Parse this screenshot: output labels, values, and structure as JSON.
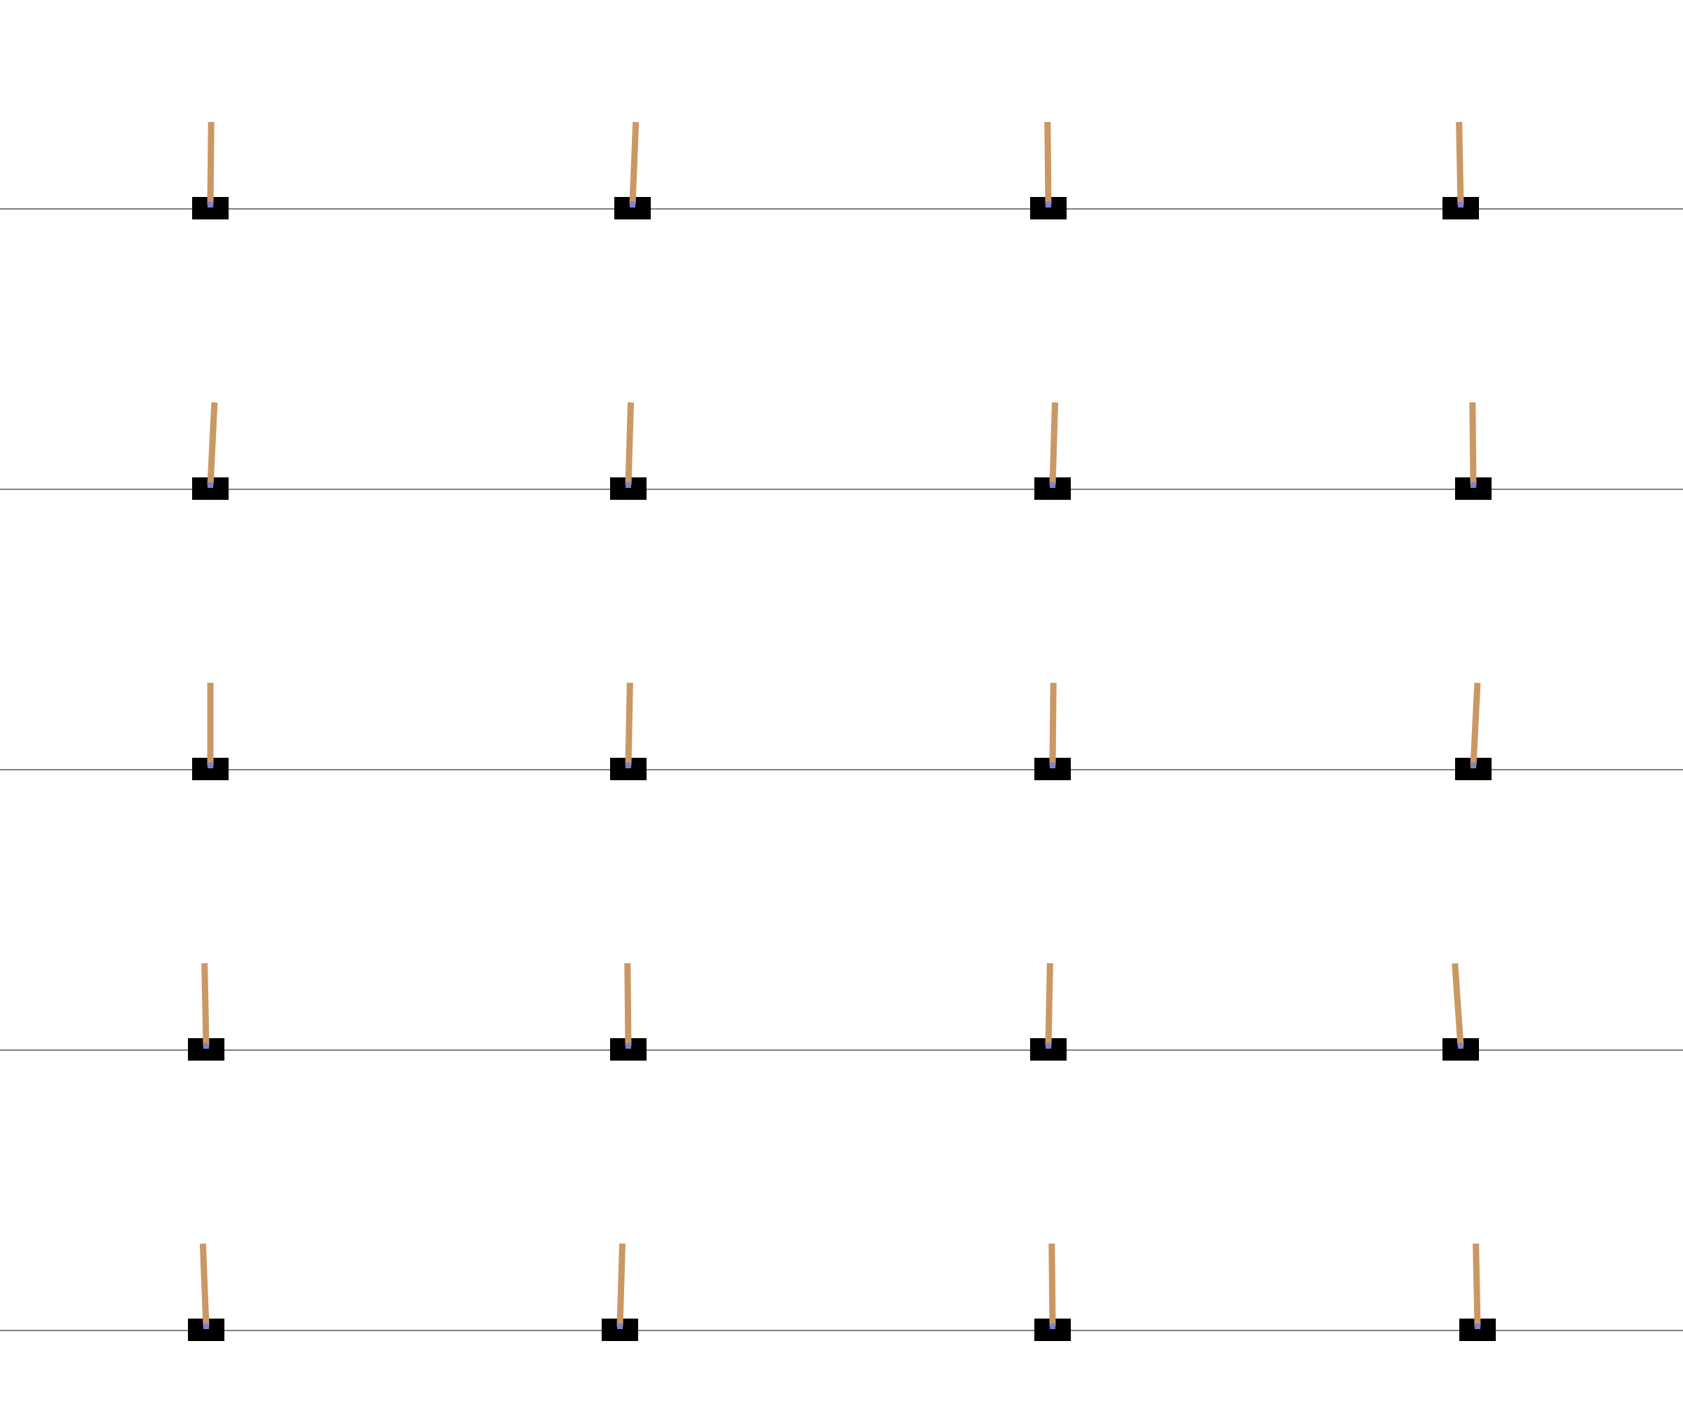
{
  "scene": {
    "environment": "cartpole",
    "grid": {
      "rows": 5,
      "cols": 4
    },
    "colors": {
      "background": "#ffffff",
      "track": "#000000",
      "cart": "#000000",
      "pole": "#ca9865",
      "axle": "#8182cb"
    },
    "environments": [
      {
        "cart_offset": 0.0,
        "pole_tilt": 0.01
      },
      {
        "cart_offset": 0.0,
        "pole_tilt": 0.04
      },
      {
        "cart_offset": 0.0,
        "pole_tilt": -0.01
      },
      {
        "cart_offset": -0.02,
        "pole_tilt": -0.02
      },
      {
        "cart_offset": 0.0,
        "pole_tilt": 0.05
      },
      {
        "cart_offset": -0.01,
        "pole_tilt": 0.03
      },
      {
        "cart_offset": 0.01,
        "pole_tilt": 0.03
      },
      {
        "cart_offset": 0.01,
        "pole_tilt": -0.01
      },
      {
        "cart_offset": 0.0,
        "pole_tilt": 0.0
      },
      {
        "cart_offset": -0.01,
        "pole_tilt": 0.02
      },
      {
        "cart_offset": 0.01,
        "pole_tilt": 0.01
      },
      {
        "cart_offset": 0.01,
        "pole_tilt": 0.05
      },
      {
        "cart_offset": -0.01,
        "pole_tilt": -0.02
      },
      {
        "cart_offset": -0.01,
        "pole_tilt": -0.01
      },
      {
        "cart_offset": 0.0,
        "pole_tilt": 0.02
      },
      {
        "cart_offset": -0.02,
        "pole_tilt": -0.07
      },
      {
        "cart_offset": -0.01,
        "pole_tilt": -0.04
      },
      {
        "cart_offset": -0.03,
        "pole_tilt": 0.03
      },
      {
        "cart_offset": 0.01,
        "pole_tilt": -0.01
      },
      {
        "cart_offset": 0.02,
        "pole_tilt": -0.02
      }
    ]
  }
}
